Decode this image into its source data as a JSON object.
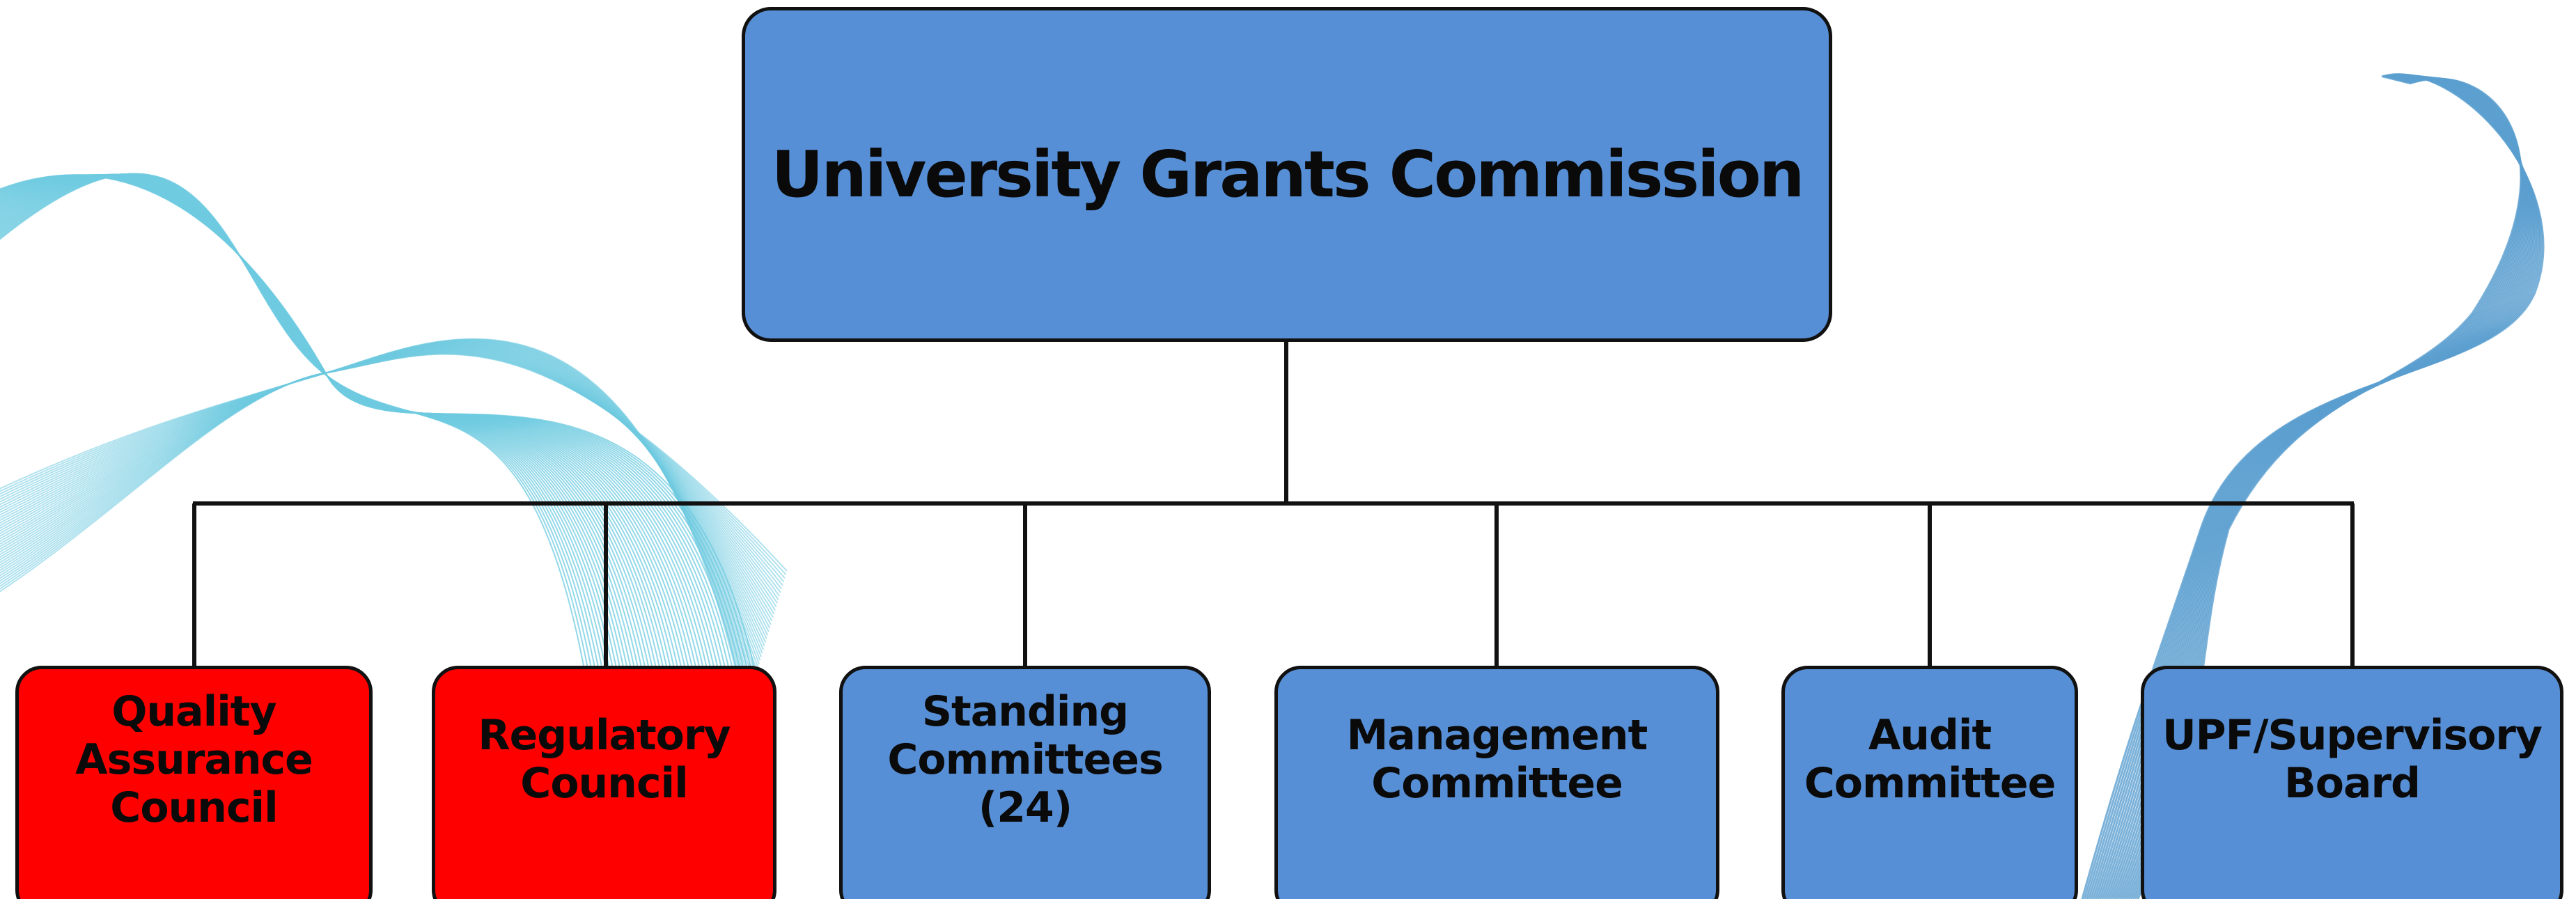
{
  "colors": {
    "blue_box": "#578fd6",
    "red_box": "#ff0000",
    "outline": "#111111",
    "connector": "#111111",
    "deco_left": "#6fcbe0",
    "deco_right": "#5b9fd0"
  },
  "root": {
    "label": "University Grants Commission"
  },
  "children": [
    {
      "label": "Quality\nAssurance\nCouncil",
      "color": "red"
    },
    {
      "label": "Regulatory\nCouncil",
      "color": "red"
    },
    {
      "label": "Standing\nCommittees\n(24)",
      "color": "blue"
    },
    {
      "label": "Management\nCommittee",
      "color": "blue"
    },
    {
      "label": "Audit\nCommittee",
      "color": "blue"
    },
    {
      "label": "UPF/Supervisory\nBoard",
      "color": "blue"
    }
  ]
}
